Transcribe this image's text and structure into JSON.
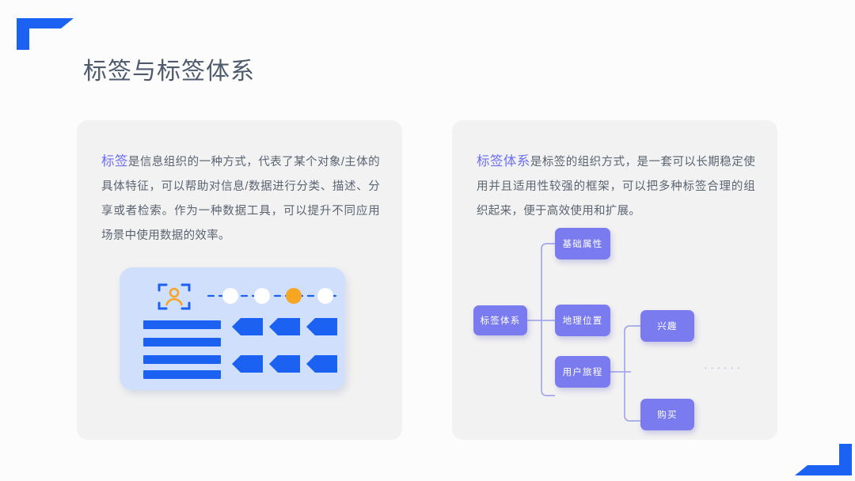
{
  "page": {
    "title": "标签与标签体系",
    "background_color": "#fcfcfc",
    "title_color": "#4e5b6e",
    "accent_blue": "#1c62f2",
    "accent_purple": "#7b7bf0",
    "accent_orange": "#f5a623"
  },
  "decorations": {
    "top_left": "flag-corner-icon",
    "bottom_right": "flag-corner-icon"
  },
  "cards": {
    "left": {
      "name": "tag-definition-card",
      "background_color": "#f2f2f2",
      "highlight": "标签",
      "body": "是信息组织的一种方式，代表了某个对象/主体的具体特征，可以帮助对信息/数据进行分类、描述、分享或者检索。作为一种数据工具，可以提升不同应用场景中使用数据的效率。",
      "illustration": {
        "name": "tagging-illustration",
        "background_color": "#cfdffc",
        "scan_icon": "person-scan-icon",
        "progress_dots": [
          {
            "index": 1,
            "state": "inactive",
            "color": "#ffffff"
          },
          {
            "index": 2,
            "state": "inactive",
            "color": "#ffffff"
          },
          {
            "index": 3,
            "state": "active",
            "color": "#f5a623"
          },
          {
            "index": 4,
            "state": "inactive",
            "color": "#ffffff"
          }
        ],
        "bars_count": 4,
        "tags_count": 6
      }
    },
    "right": {
      "name": "tag-system-card",
      "background_color": "#f2f2f2",
      "highlight": "标签体系",
      "body": "是标签的组织方式，是一套可以长期稳定使用并且适用性较强的框架，可以把多种标签合理的组织起来，便于高效使用和扩展。",
      "tree": {
        "name": "tag-system-tree",
        "root": {
          "id": "root",
          "label": "标签体系"
        },
        "level2": [
          {
            "id": "basic",
            "label": "基础属性"
          },
          {
            "id": "geo",
            "label": "地理位置"
          },
          {
            "id": "journey",
            "label": "用户旅程"
          }
        ],
        "level3": [
          {
            "id": "interest",
            "label": "兴趣",
            "parent": "journey"
          },
          {
            "id": "buy",
            "label": "购买",
            "parent": "journey"
          }
        ],
        "ellipsis": "······",
        "connector_color": "#a5a8e8"
      }
    }
  }
}
